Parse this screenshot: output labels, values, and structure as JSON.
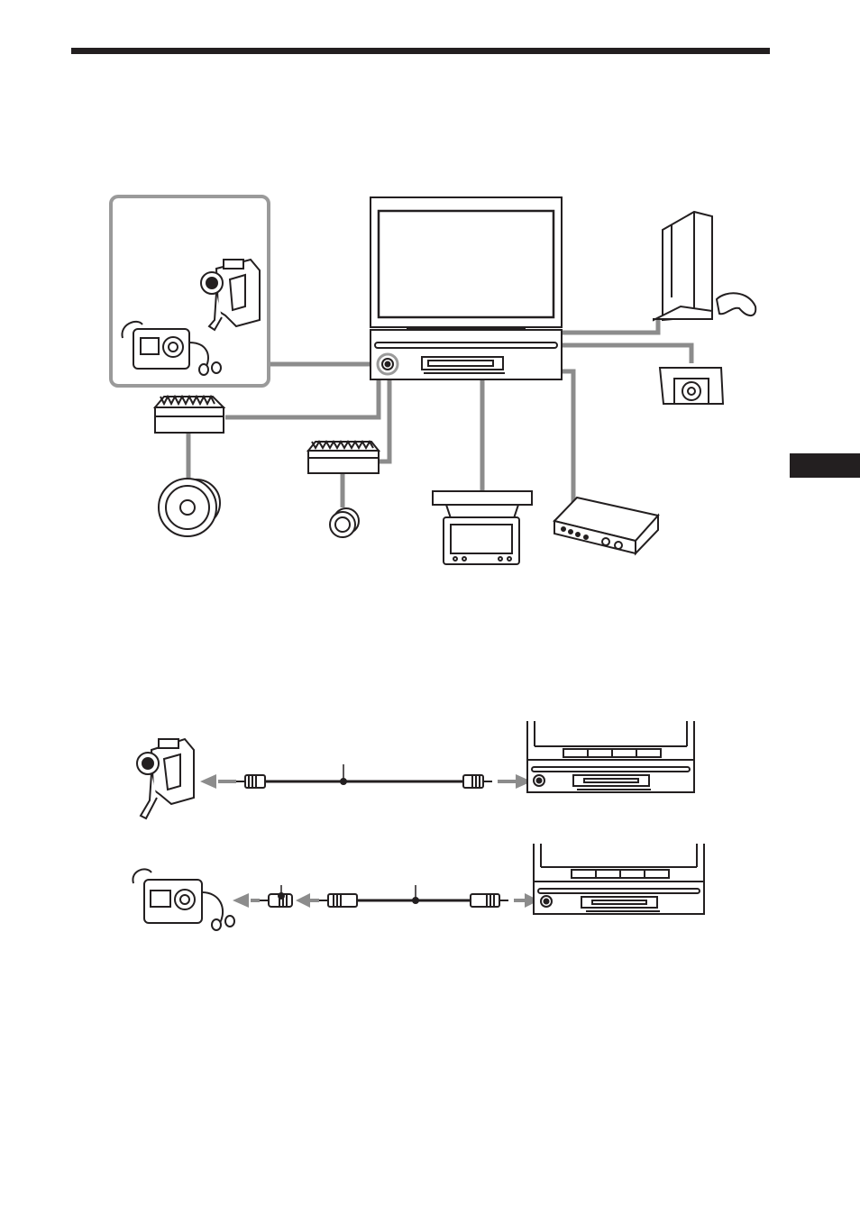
{
  "colors": {
    "ink": "#231f20",
    "cable": "#8c8c8c",
    "highlight": "#9a9a9a",
    "paper": "#ffffff"
  },
  "components": {
    "top_rule": "horizontal-rule",
    "side_tab": "section-tab",
    "head_unit": "monitor-head-unit-icon",
    "portable_group": "portable-devices-box",
    "camcorder": "camcorder-icon",
    "audio_player": "portable-audio-player-icon",
    "game_console": "game-console-icon",
    "rear_camera": "rear-camera-icon",
    "amplifier_main": "power-amplifier-icon",
    "amplifier_sub": "power-amplifier-icon",
    "speaker": "speaker-icon",
    "tweeter": "tweeter-icon",
    "overhead_monitor": "overhead-monitor-icon",
    "tuner_box": "tuner-box-icon",
    "connection_example_1": "camcorder-to-aux-connection",
    "connection_example_2": "audio-player-to-aux-connection"
  }
}
